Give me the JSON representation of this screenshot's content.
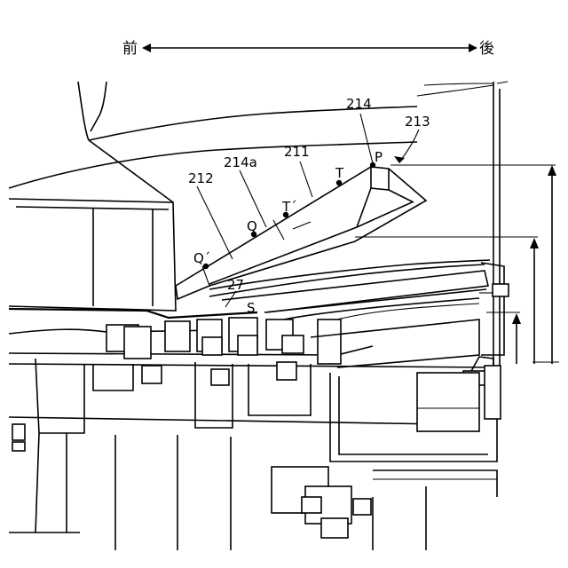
{
  "direction": {
    "front_label": "前",
    "rear_label": "後"
  },
  "labels": {
    "ref_214": "214",
    "ref_213": "213",
    "ref_211": "211",
    "ref_214a": "214a",
    "ref_212": "212",
    "ref_27": "27",
    "point_P": "P",
    "point_T": "T",
    "point_T_prime": "T´",
    "point_Q": "Q",
    "point_Q_prime": "Q´",
    "point_S": "S"
  }
}
